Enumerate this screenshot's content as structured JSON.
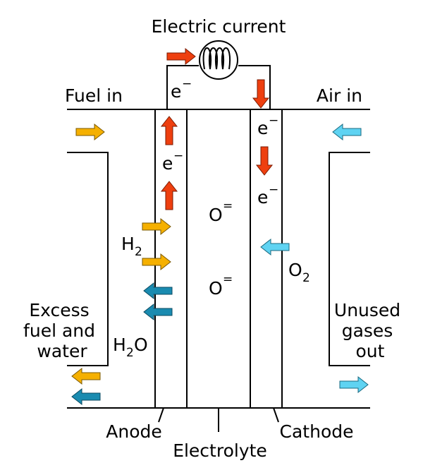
{
  "labels": {
    "electric_current": "Electric current",
    "fuel_in": "Fuel in",
    "air_in": "Air in",
    "excess_line1": "Excess",
    "excess_line2": "fuel and",
    "excess_line3": "water",
    "unused_line1": "Unused",
    "unused_line2": "gases",
    "unused_line3": "out",
    "anode": "Anode",
    "electrolyte": "Electrolyte",
    "cathode": "Cathode"
  },
  "species": {
    "electron": "e",
    "electron_charge": "−",
    "oxide_ion": "O",
    "oxide_charge": "=",
    "hydrogen": "H",
    "hydrogen_sub": "2",
    "oxygen": "O",
    "oxygen_sub": "2",
    "water_h": "H",
    "water_sub": "2",
    "water_o": "O"
  },
  "colors": {
    "electron_arrow": "#ee3f0f",
    "fuel_arrow": "#f5b000",
    "water_arrow": "#1a8bb0",
    "air_arrow": "#5fd3f2",
    "electrode_fill": "#e6e6e6",
    "electrolyte_fill": "#c8c8c8",
    "stroke": "#000000"
  }
}
